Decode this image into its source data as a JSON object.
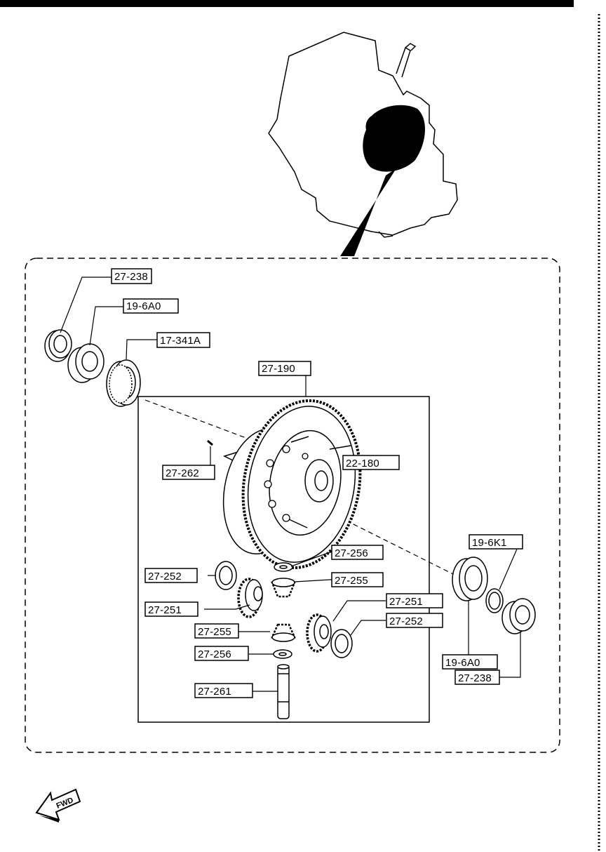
{
  "colors": {
    "ink": "#000000",
    "paper": "#ffffff"
  },
  "direction_label": "FWD",
  "parts": {
    "p27_238_left": "27-238",
    "p19_6A0_left": "19-6A0",
    "p17_341A": "17-341A",
    "p27_190": "27-190",
    "p27_262": "27-262",
    "p22_180": "22-180",
    "p27_256_top": "27-256",
    "p27_252_left": "27-252",
    "p27_255_top": "27-255",
    "p27_251_left": "27-251",
    "p27_251_right": "27-251",
    "p27_252_right": "27-252",
    "p27_255_bottom": "27-255",
    "p27_256_bottom": "27-256",
    "p27_261": "27-261",
    "p19_6K1": "19-6K1",
    "p19_6A0_right": "19-6A0",
    "p27_238_right": "27-238"
  }
}
